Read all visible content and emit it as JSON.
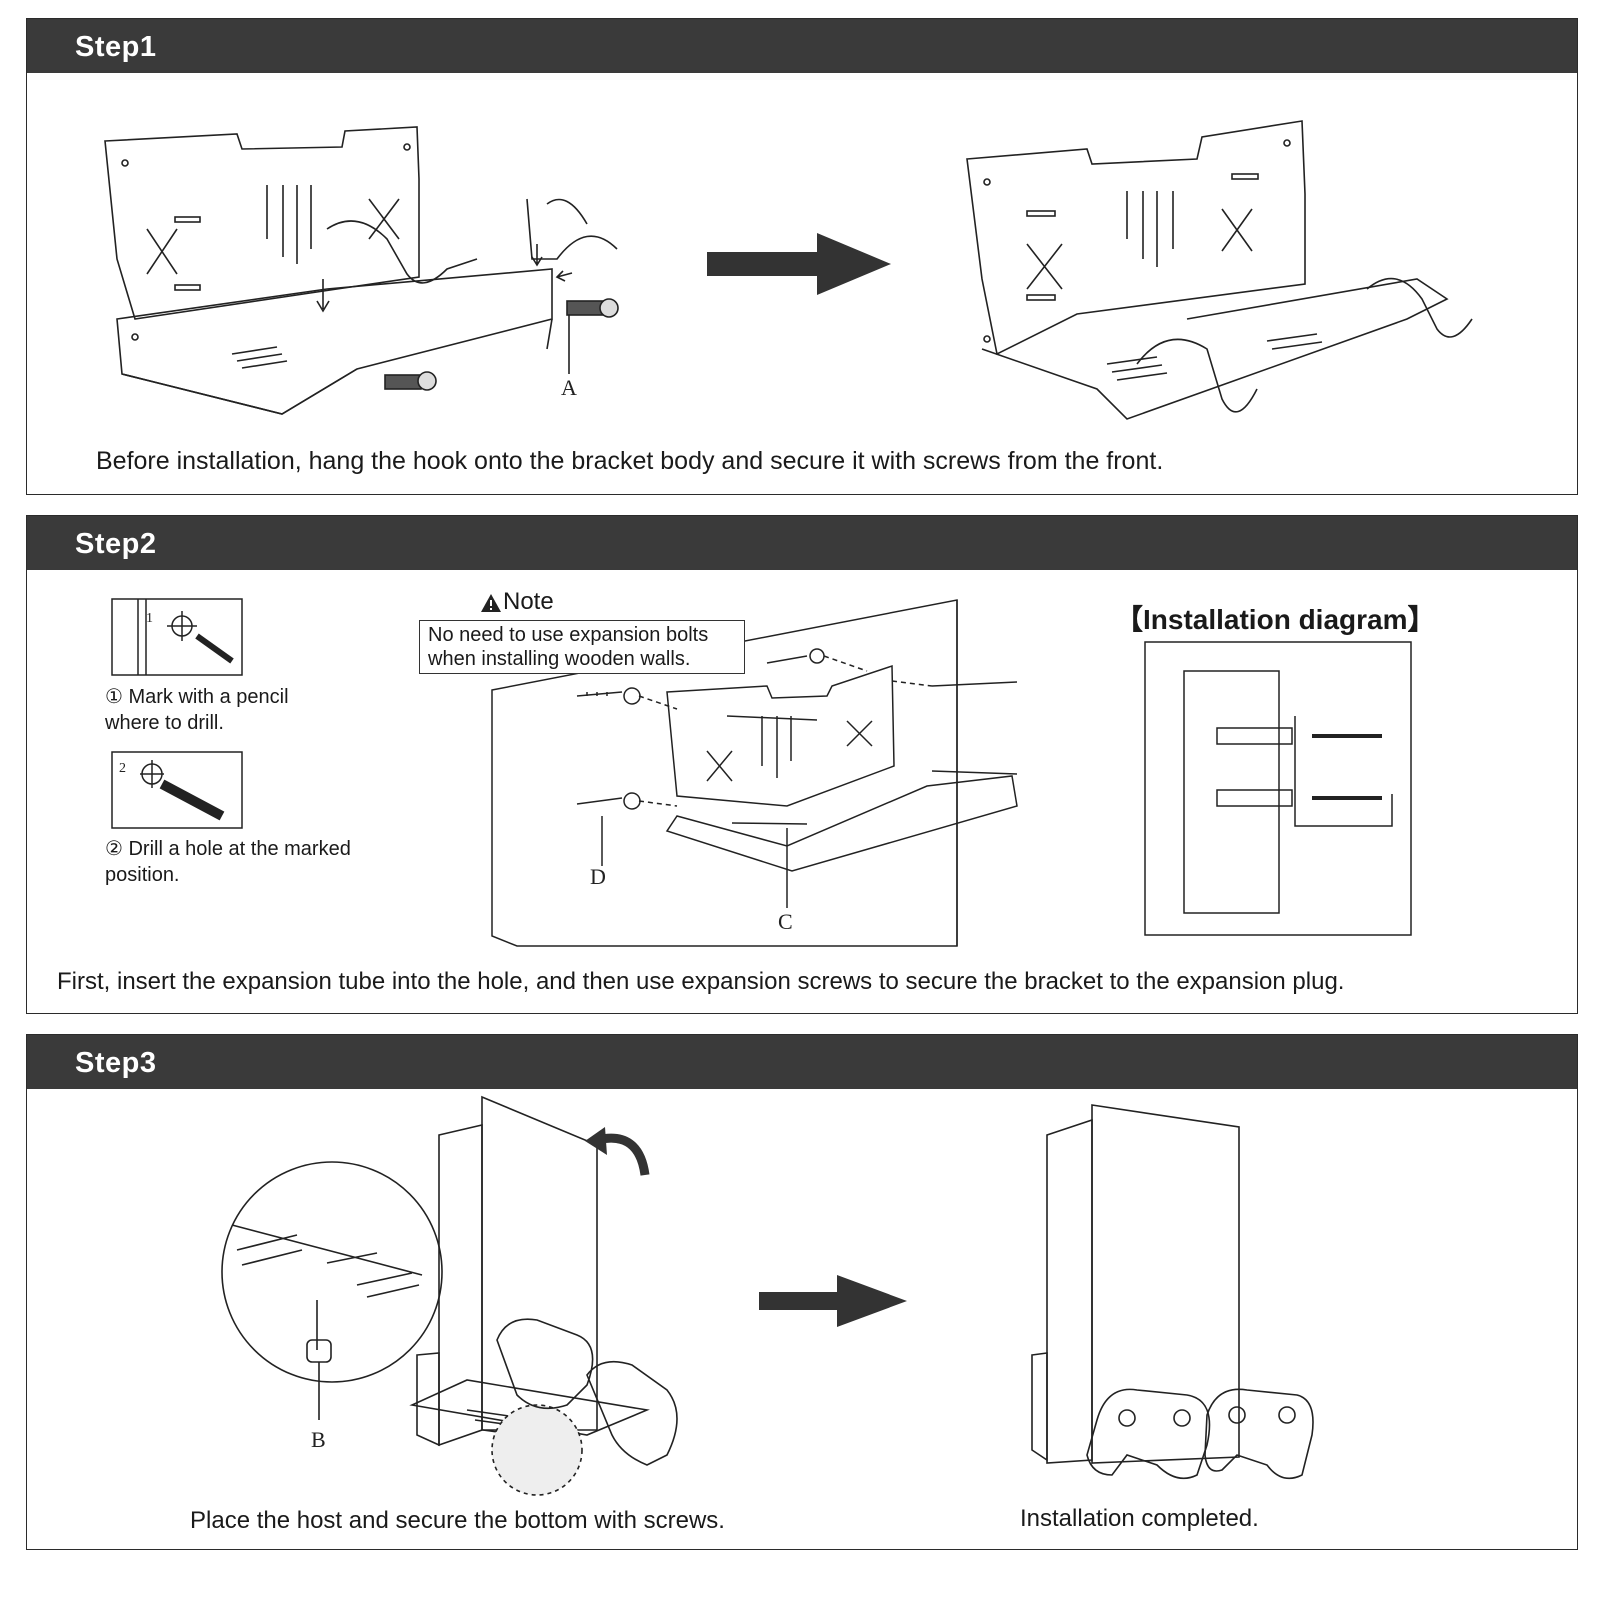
{
  "steps": [
    {
      "title": "Step1",
      "caption": "Before installation, hang the hook onto the bracket body and secure it with screws from the front.",
      "labels": [
        "A"
      ]
    },
    {
      "title": "Step2",
      "substep1": "① Mark with a pencil where to drill.",
      "substep2": "② Drill a hole at the marked position.",
      "substep1_num": "1",
      "substep2_num": "2",
      "note_title": "Note",
      "note_text_line1": "No need to use expansion bolts",
      "note_text_line2": "when installing wooden walls.",
      "diagram_title": "【Installation diagram】",
      "labels": [
        "D",
        "C"
      ],
      "caption": "First, insert the expansion tube into the hole, and then use expansion screws to secure the bracket to the expansion plug."
    },
    {
      "title": "Step3",
      "labels": [
        "B"
      ],
      "caption_left": "Place the host and secure the bottom with screws.",
      "caption_right": "Installation completed."
    }
  ],
  "colors": {
    "header_bg": "#3a3a3a",
    "header_text": "#ffffff",
    "arrow": "#333333"
  },
  "icons": [
    "warning-icon",
    "right-arrow-icon",
    "curved-arrow-icon"
  ]
}
